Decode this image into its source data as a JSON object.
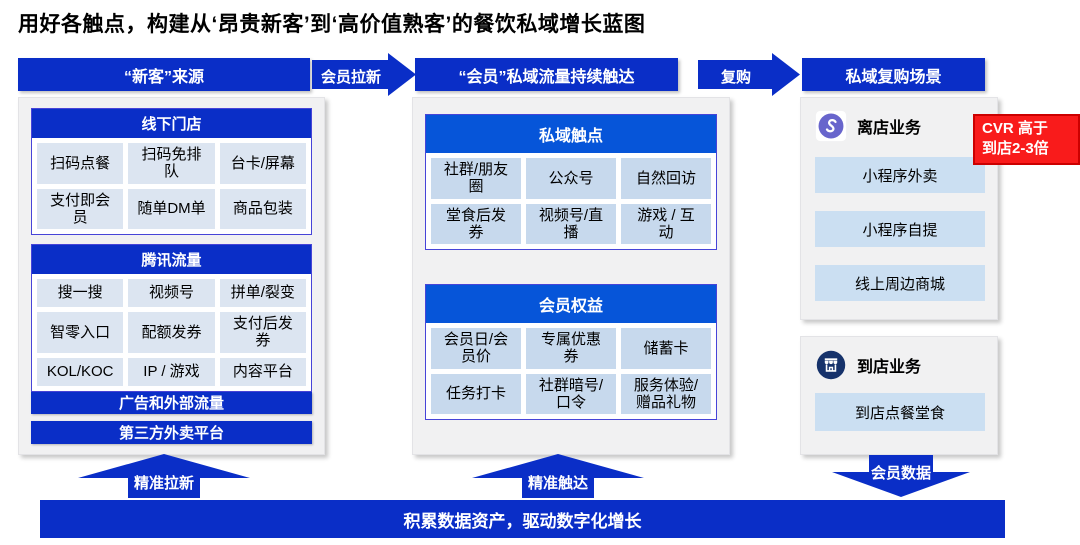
{
  "title": "用好各触点，构建从‘昂贵新客’到‘高价值熟客’的餐饮私域增长蓝图",
  "colors": {
    "primary_blue": "#0A2EC7",
    "section_header_blue": "#0655D9",
    "cell_blue_left": "#DCE5F1",
    "cell_blue_mid": "#C7D9ED",
    "cell_blue_right": "#CBDFF2",
    "badge_red": "#F91B1B",
    "miniprogram_icon_purple": "#6865CC",
    "storefront_icon_navy": "#16326B"
  },
  "flow": {
    "col1_header": "“新客”来源",
    "arrow1": "会员拉新",
    "col2_header": "“会员”私域流量持续触达",
    "arrow2": "复购",
    "col3_header": "私域复购场景"
  },
  "left": {
    "sections": [
      {
        "title": "线下门店",
        "cells": [
          "扫码点餐",
          "扫码免排队",
          "台卡/屏幕",
          "支付即会员",
          "随单DM单",
          "商品包装"
        ]
      },
      {
        "title": "腾讯流量",
        "cells": [
          "搜一搜",
          "视频号",
          "拼单/裂变",
          "智零入口",
          "配额发券",
          "支付后发券",
          "KOL/KOC",
          "IP / 游戏",
          "内容平台"
        ]
      }
    ],
    "bars": [
      "广告和外部流量",
      "第三方外卖平台"
    ]
  },
  "middle": {
    "sections": [
      {
        "title": "私域触点",
        "cells": [
          "社群/朋友圈",
          "公众号",
          "自然回访",
          "堂食后发券",
          "视频号/直播",
          "游戏 / 互动"
        ]
      },
      {
        "title": "会员权益",
        "cells": [
          "会员日/会员价",
          "专属优惠券",
          "储蓄卡",
          "任务打卡",
          "社群暗号/口令",
          "服务体验/赠品礼物"
        ]
      }
    ]
  },
  "right": {
    "offstore": {
      "icon": "miniprogram-icon",
      "title": "离店业务",
      "cells": [
        "小程序外卖",
        "小程序自提",
        "线上周边商城"
      ]
    },
    "instore": {
      "icon": "storefront-icon",
      "title": "到店业务",
      "cells": [
        "到店点餐堂食"
      ]
    },
    "badge": {
      "line1": "CVR 高于",
      "line2": "到店2-3倍"
    }
  },
  "bottom": {
    "arrows": [
      "精准拉新",
      "精准触达",
      "会员数据"
    ],
    "bar": "积累数据资产，驱动数字化增长"
  }
}
